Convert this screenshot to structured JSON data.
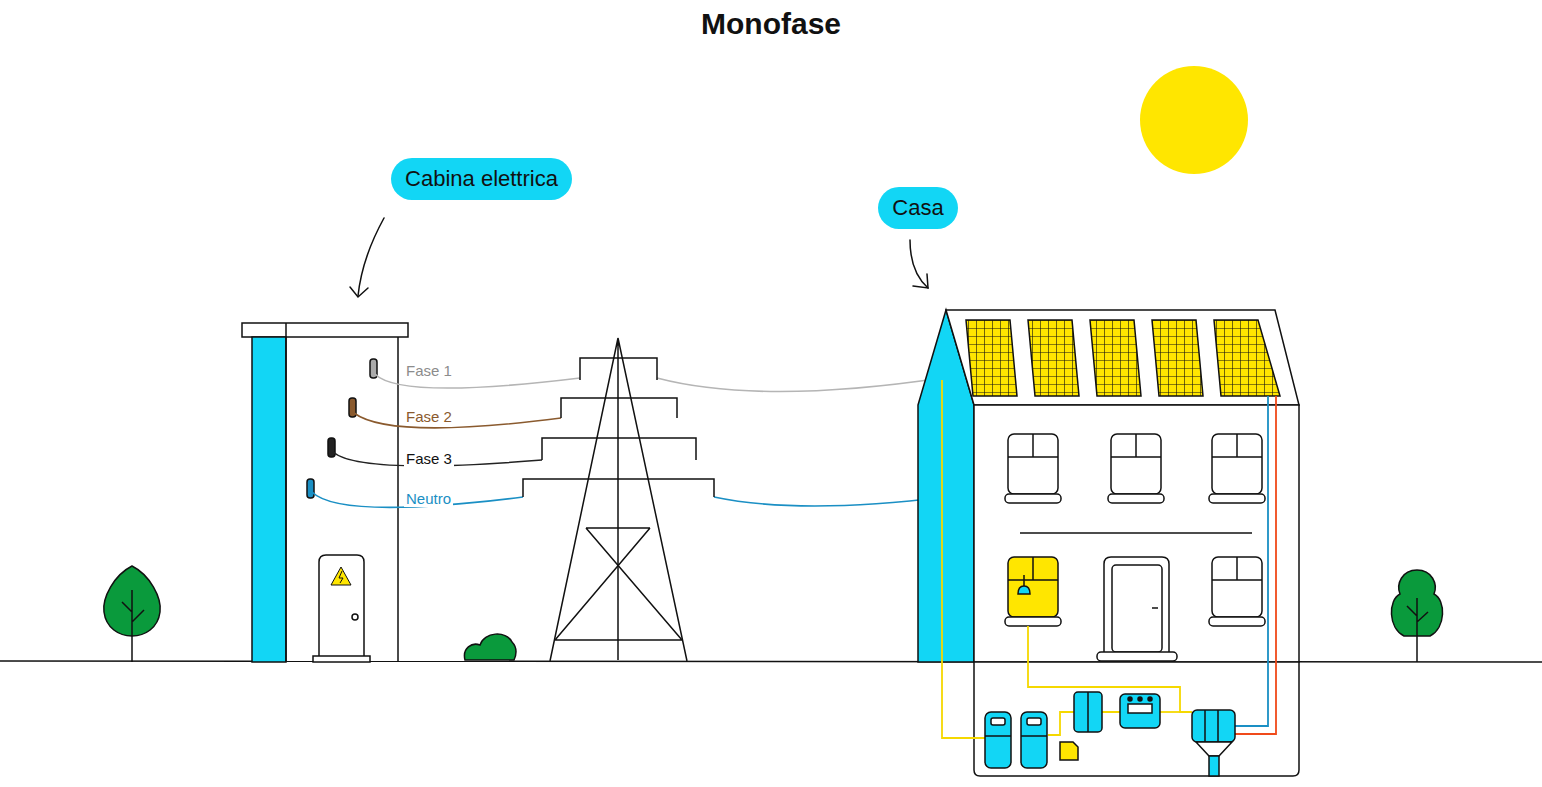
{
  "diagram": {
    "title": "Monofase",
    "nodes": [
      {
        "text": [
          "Cabina elettrica"
        ]
      },
      {
        "text": [
          "Casa"
        ]
      }
    ],
    "labels": [
      "Fase 1",
      "Fase 2",
      "Fase 3",
      "Neutro"
    ]
  }
}
